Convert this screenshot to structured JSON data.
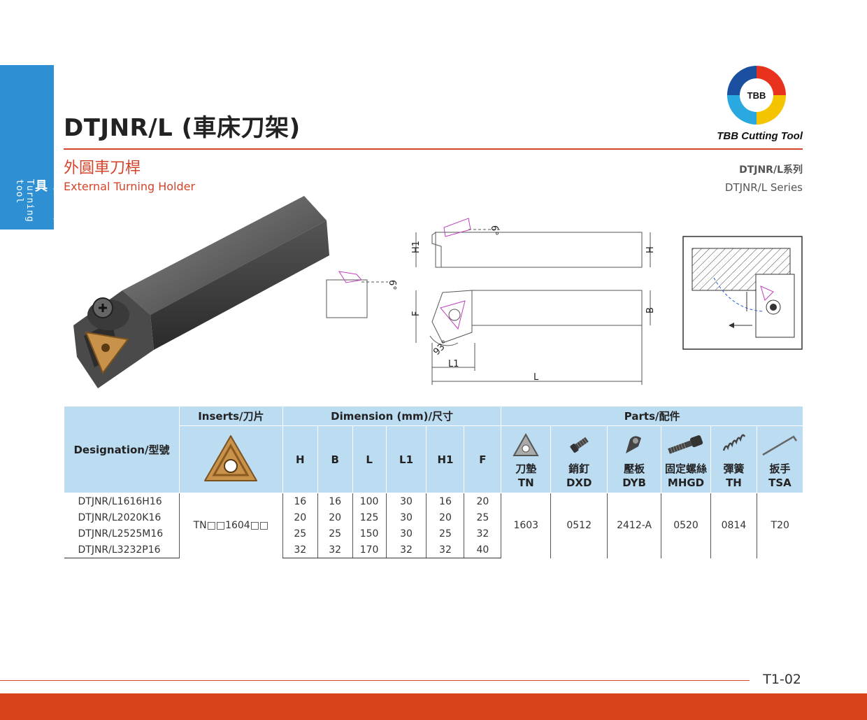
{
  "side_tab": {
    "zh": "車削刀具",
    "en": "Turning tool"
  },
  "header": {
    "title": "DTJNR/L (車床刀架)",
    "subtitle_zh": "外圓車刀桿",
    "subtitle_en": "External Turning Holder",
    "series_zh": "DTJNR/L系列",
    "series_en": "DTJNR/L Series",
    "logo_text": "TBB",
    "brand": "TBB Cutting Tool"
  },
  "drawing": {
    "labels": {
      "h1": "H1",
      "h": "H",
      "f": "F",
      "b": "B",
      "l1": "L1",
      "l": "L",
      "angle_top": "6°",
      "angle_side": "6°",
      "angle_93": "93°"
    }
  },
  "table": {
    "head": {
      "designation": "Designation/型號",
      "inserts": "Inserts/刀片",
      "dimension": "Dimension (mm)/尺寸",
      "parts": "Parts/配件",
      "dims": [
        "H",
        "B",
        "L",
        "L1",
        "H1",
        "F"
      ],
      "parts_list": [
        {
          "zh": "刀墊",
          "code": "TN",
          "icon": "shim-icon"
        },
        {
          "zh": "銷釘",
          "code": "DXD",
          "icon": "pin-icon"
        },
        {
          "zh": "壓板",
          "code": "DYB",
          "icon": "clamp-icon"
        },
        {
          "zh": "固定螺絲",
          "code": "MHGD",
          "icon": "screw-icon"
        },
        {
          "zh": "彈簧",
          "code": "TH",
          "icon": "spring-icon"
        },
        {
          "zh": "扳手",
          "code": "TSA",
          "icon": "wrench-icon"
        }
      ]
    },
    "insert_code": "TN□□1604□□",
    "rows": [
      {
        "designation": "DTJNR/L1616H16",
        "dims": [
          "16",
          "16",
          "100",
          "30",
          "16",
          "20"
        ]
      },
      {
        "designation": "DTJNR/L2020K16",
        "dims": [
          "20",
          "20",
          "125",
          "30",
          "20",
          "25"
        ]
      },
      {
        "designation": "DTJNR/L2525M16",
        "dims": [
          "25",
          "25",
          "150",
          "30",
          "25",
          "32"
        ]
      },
      {
        "designation": "DTJNR/L3232P16",
        "dims": [
          "32",
          "32",
          "170",
          "32",
          "32",
          "40"
        ]
      }
    ],
    "parts_values": [
      "1603",
      "0512",
      "2412-A",
      "0520",
      "0814",
      "T20"
    ]
  },
  "footer": {
    "page_number": "T1-02"
  },
  "colors": {
    "accent": "#d4442a",
    "side_tab": "#2f8fd3",
    "table_header": "#bcdcf2",
    "bottom_bar": "#d9431c"
  }
}
